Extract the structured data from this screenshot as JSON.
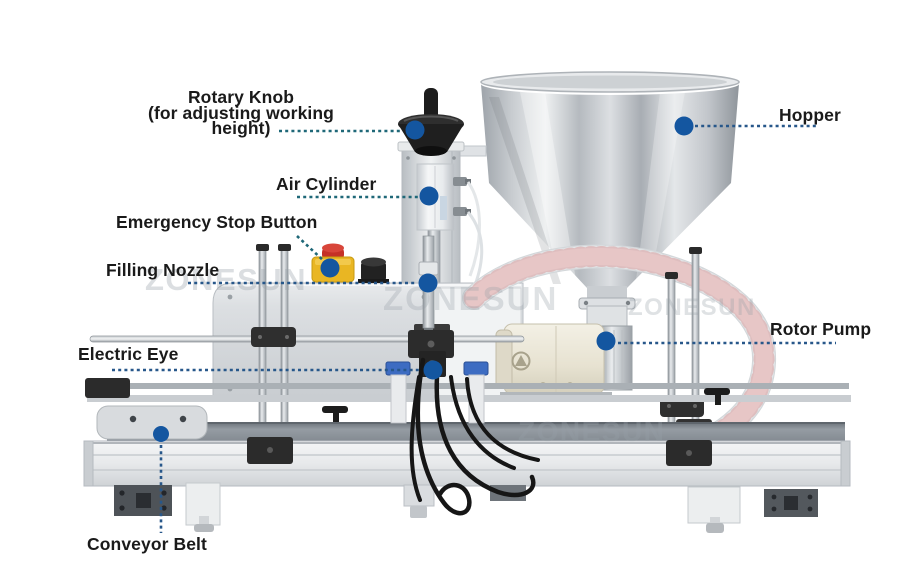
{
  "watermark": {
    "text": "ZONESUN"
  },
  "labels": {
    "rotary_knob_line1": "Rotary Knob",
    "rotary_knob_line2": "(for adjusting working height)",
    "hopper": "Hopper",
    "air_cylinder": "Air Cylinder",
    "emergency_stop": "Emergency Stop Button",
    "filling_nozzle": "Filling Nozzle",
    "electric_eye": "Electric Eye",
    "rotor_pump": "Rotor Pump",
    "conveyor_belt": "Conveyor Belt"
  },
  "colors": {
    "dot-blue": "#1456a0",
    "leader-teal": "#1f6878",
    "leader-blue": "#27578a",
    "label-text": "#1a1a1a",
    "watermark-gray": "#98a0a8",
    "estop-red": "#c53126",
    "estop-yellow": "#e9b623"
  }
}
